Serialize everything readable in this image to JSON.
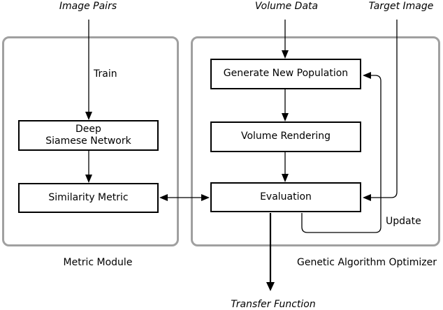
{
  "labels": {
    "image_pairs": "Image Pairs",
    "volume_data": "Volume Data",
    "target_image": "Target Image",
    "train": "Train",
    "update": "Update",
    "transfer_function": "Transfer Function",
    "metric_module": "Metric Module",
    "genetic_algorithm_optimizer": "Genetic Algorithm Optimizer"
  },
  "nodes": {
    "deep_siamese_network": "Deep\nSiamese Network",
    "similarity_metric": "Similarity Metric",
    "generate_new_population": "Generate New Population",
    "volume_rendering": "Volume Rendering",
    "evaluation": "Evaluation"
  },
  "edges": [
    {
      "from": "Image Pairs",
      "to": "Deep Siamese Network",
      "label": "Train",
      "bidirectional": false
    },
    {
      "from": "Deep Siamese Network",
      "to": "Similarity Metric",
      "label": "",
      "bidirectional": false
    },
    {
      "from": "Volume Data",
      "to": "Generate New Population",
      "label": "",
      "bidirectional": false
    },
    {
      "from": "Generate New Population",
      "to": "Volume Rendering",
      "label": "",
      "bidirectional": false
    },
    {
      "from": "Volume Rendering",
      "to": "Evaluation",
      "label": "",
      "bidirectional": false
    },
    {
      "from": "Similarity Metric",
      "to": "Evaluation",
      "label": "",
      "bidirectional": true
    },
    {
      "from": "Target Image",
      "to": "Evaluation",
      "label": "",
      "bidirectional": false
    },
    {
      "from": "Evaluation",
      "to": "Generate New Population",
      "label": "Update",
      "bidirectional": false
    },
    {
      "from": "Evaluation",
      "to": "Transfer Function",
      "label": "",
      "bidirectional": false
    }
  ],
  "colors": {
    "background": "#ffffff",
    "line": "#000000",
    "group_border": "#a0a0a0"
  }
}
